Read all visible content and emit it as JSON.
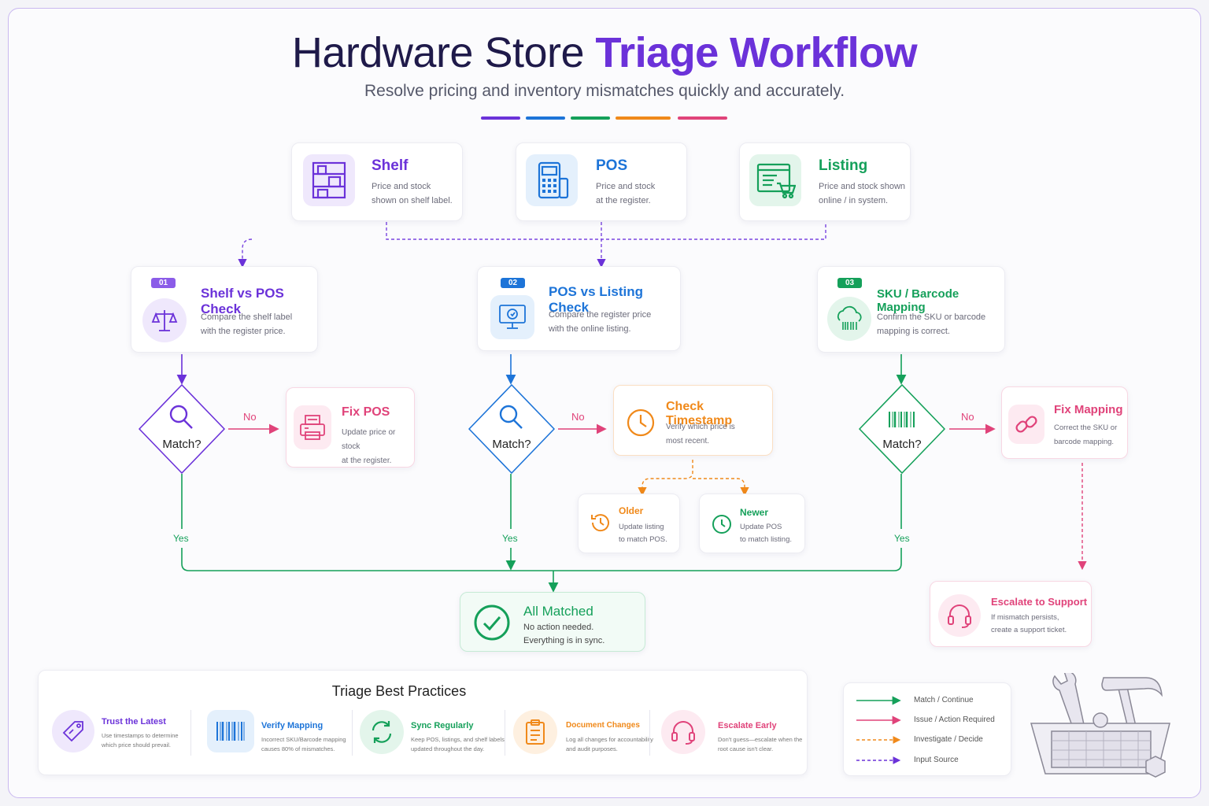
{
  "header": {
    "title_part1": "Hardware Store ",
    "title_part2": "Triage Workflow",
    "subtitle": "Resolve pricing and inventory mismatches quickly and accurately."
  },
  "colors": {
    "purple": "#6b32d9",
    "blue": "#1d74d8",
    "green": "#15a05a",
    "orange": "#f0891a",
    "pink": "#e0437a"
  },
  "sources": [
    {
      "title": "Shelf",
      "desc_line1": "Price and stock",
      "desc_line2": "shown on shelf label.",
      "icon": "shelf-icon"
    },
    {
      "title": "POS",
      "desc_line1": "Price and stock",
      "desc_line2": "at the register.",
      "icon": "pos-terminal-icon"
    },
    {
      "title": "Listing",
      "desc_line1": "Price and stock shown",
      "desc_line2": "online / in system.",
      "icon": "online-listing-icon"
    }
  ],
  "checks": [
    {
      "badge": "01",
      "title": "Shelf vs POS Check",
      "desc_line1": "Compare the shelf label",
      "desc_line2": "with the register price.",
      "icon": "scale-icon"
    },
    {
      "badge": "02",
      "title": "POS vs Listing Check",
      "desc_line1": "Compare the register price",
      "desc_line2": "with the online listing.",
      "icon": "monitor-icon"
    },
    {
      "badge": "03",
      "title": "SKU / Barcode Mapping",
      "desc_line1": "Confirm the SKU or barcode",
      "desc_line2": "mapping is correct.",
      "icon": "barcode-cloud-icon"
    }
  ],
  "decisions": [
    {
      "label": "Match?",
      "icon": "magnifier-icon"
    },
    {
      "label": "Match?",
      "icon": "magnifier-icon"
    },
    {
      "label": "Match?",
      "icon": "barcode-icon"
    }
  ],
  "edge_labels": {
    "no": "No",
    "yes": "Yes"
  },
  "actions": {
    "fix_pos": {
      "title": "Fix POS",
      "desc_line1": "Update price or stock",
      "desc_line2": "at the register."
    },
    "check_timestamp": {
      "title": "Check Timestamp",
      "desc_line1": "Verify which price is",
      "desc_line2": "most recent."
    },
    "older": {
      "title": "Older",
      "desc_line1": "Update listing",
      "desc_line2": "to match POS."
    },
    "newer": {
      "title": "Newer",
      "desc_line1": "Update POS",
      "desc_line2": "to match listing."
    },
    "fix_mapping": {
      "title": "Fix Mapping",
      "desc_line1": "Correct the SKU or",
      "desc_line2": "barcode mapping."
    },
    "escalate": {
      "title": "Escalate to Support",
      "desc_line1": "If mismatch persists,",
      "desc_line2": "create a support ticket."
    },
    "all_matched": {
      "title": "All Matched",
      "desc_line1": "No action needed.",
      "desc_line2": "Everything is in sync."
    }
  },
  "best_practices": {
    "title": "Triage Best Practices",
    "items": [
      {
        "title": "Trust the Latest",
        "desc_line1": "Use timestamps to determine",
        "desc_line2": "which price should prevail.",
        "icon": "tag-icon"
      },
      {
        "title": "Verify Mapping",
        "desc_line1": "Incorrect SKU/Barcode mapping",
        "desc_line2": "causes 80% of mismatches.",
        "icon": "barcode-icon"
      },
      {
        "title": "Sync Regularly",
        "desc_line1": "Keep POS, listings, and shelf labels",
        "desc_line2": "updated throughout the day.",
        "icon": "sync-icon"
      },
      {
        "title": "Document Changes",
        "desc_line1": "Log all changes for accountability",
        "desc_line2": "and audit purposes.",
        "icon": "clipboard-icon"
      },
      {
        "title": "Escalate Early",
        "desc_line1": "Don't guess—escalate when the",
        "desc_line2": "root cause isn't clear.",
        "icon": "headset-icon"
      }
    ]
  },
  "legend": [
    {
      "label": "Match / Continue",
      "color": "#15a05a",
      "style": "solid"
    },
    {
      "label": "Issue / Action Required",
      "color": "#e0437a",
      "style": "solid"
    },
    {
      "label": "Investigate / Decide",
      "color": "#f0891a",
      "style": "dashed"
    },
    {
      "label": "Input Source",
      "color": "#6b32d9",
      "style": "dashed"
    }
  ]
}
